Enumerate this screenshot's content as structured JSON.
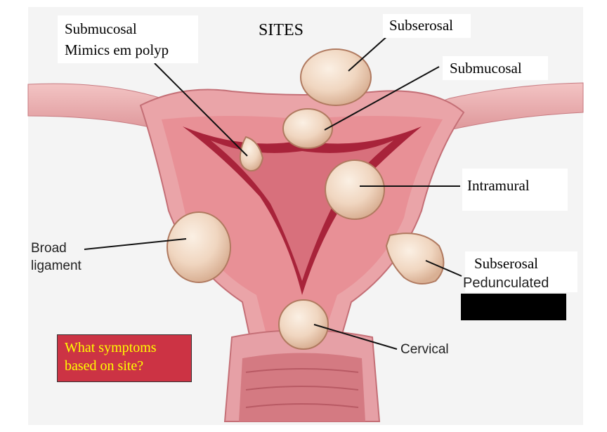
{
  "title": "SITES",
  "labels": {
    "submucosal_polyp_line1": "Submucosal",
    "submucosal_polyp_line2": "Mimics em polyp",
    "subserosal_top": "Subserosal",
    "submucosal_right": "Submucosal",
    "intramural": "Intramural",
    "subserosal_pedunculated_line1": "Subserosal",
    "subserosal_pedunculated_line2": "Pedunculated",
    "broad_ligament_line1": "Broad",
    "broad_ligament_line2": "ligament",
    "cervical": "Cervical"
  },
  "question_box": {
    "line1": "What symptoms",
    "line2": "based on site?"
  },
  "colors": {
    "question_bg": "#cc3344",
    "question_text": "#ffff00",
    "tissue_pink": "#e8a0a4",
    "tissue_dark": "#9e1c2e",
    "fibroid": "#f2d9c4"
  }
}
